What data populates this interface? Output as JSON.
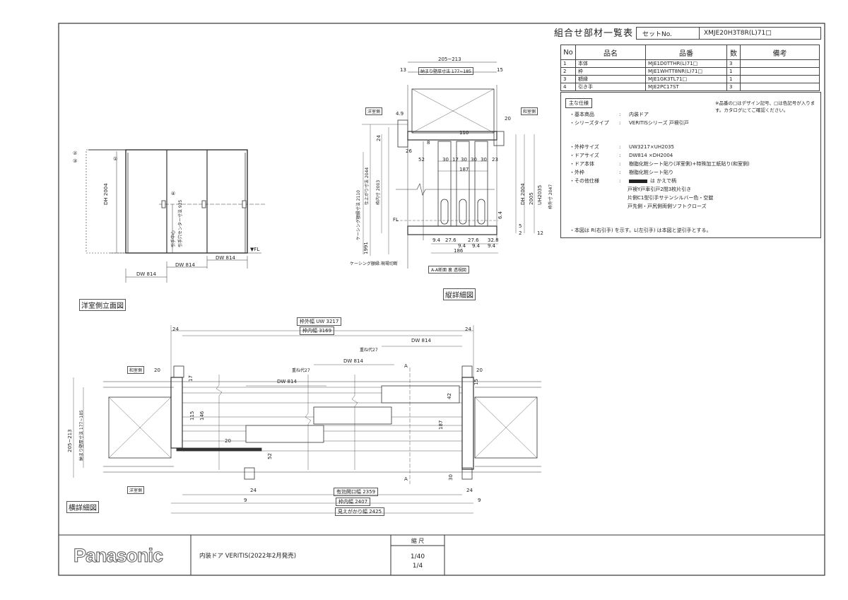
{
  "header": {
    "title": "組合せ部材一覧表",
    "set_label": "セットNo.",
    "set_no": "XMJE20H3T8R(L)71□"
  },
  "parts_table": {
    "headers": [
      "No",
      "品名",
      "品番",
      "数",
      "備考"
    ],
    "rows": [
      {
        "no": "1",
        "name": "本体",
        "code": "MJE1D0TTHR(L)71□",
        "qty": "3",
        "note": ""
      },
      {
        "no": "2",
        "name": "枠",
        "code": "MJE1WHTT8NR(L)71□",
        "qty": "1",
        "note": ""
      },
      {
        "no": "3",
        "name": "額縁",
        "code": "MJE1GK3TL71□",
        "qty": "1",
        "note": ""
      },
      {
        "no": "4",
        "name": "引き手",
        "code": "MJE2PC17ST",
        "qty": "3",
        "note": ""
      }
    ]
  },
  "spec": {
    "heading": "主な仕様",
    "note": "※品番の□はデザイン記号、□は色記号が入ります。カタログにてご確認ください。",
    "rows": [
      {
        "key": "・基本商品",
        "value": "内装ドア"
      },
      {
        "key": "・シリーズタイプ",
        "value": "VERITISシリーズ 戸襖引戸"
      },
      {
        "key": "・外枠サイズ",
        "value": "UW3217×UH2035"
      },
      {
        "key": "・ドアサイズ",
        "value": "DW814 ×DH2004"
      },
      {
        "key": "・ドア本体",
        "value": "樹脂化粧シート貼り(洋室側)+特殊加工紙貼り(和室側)"
      },
      {
        "key": "・外枠",
        "value": "樹脂化粧シート貼り"
      },
      {
        "key": "・その他仕様",
        "value": "は かえで柄"
      }
    ],
    "extra_lines": [
      "戸襖Y戸車引戸2間3枚片引き",
      "片側C1型引手サテンシルバー色・空錠",
      "戸先側・戸尻側両側ソフトクローズ"
    ],
    "remark": "・本図は R(右引手) を示す。L(左引手) は本図と逆引手とする。"
  },
  "elevation": {
    "title": "洋室側立面図",
    "labels": {
      "dh": "DH 2004",
      "dw1": "DW 814",
      "dw2": "DW 814",
      "dw3": "DW 814",
      "fl": "▼FL",
      "center": "引手穴センター寸法 925",
      "center2": "引手中心"
    },
    "markers": [
      "①",
      "②",
      "③",
      "④"
    ]
  },
  "section": {
    "title": "縦詳細図",
    "room_w": "洋室側",
    "room_j": "和室側",
    "dims": {
      "top": "205~213",
      "wall": "納まり壁厚寸法 177~185",
      "left13": "13",
      "right15": "15",
      "d110": "110",
      "d187": "187",
      "d186": "186",
      "d52": "52",
      "d30a": "30",
      "d17": "17",
      "d30b": "30",
      "d30c": "30",
      "d30d": "30",
      "d23": "23",
      "d20": "20",
      "d26": "26",
      "d8": "8",
      "dh2004": "DH 2004",
      "d2005": "2005",
      "uh": "UH2035",
      "frame": "枠外寸 2047",
      "casing": "ケーシング額縁寸法 2110",
      "fin": "仕上がり寸法 2044",
      "inner": "枠内寸 2003",
      "d1991": "1991",
      "d24": "24",
      "d49": "4.9",
      "d94a": "9.4",
      "d276a": "27.6",
      "d94b": "9.4",
      "d276b": "27.6",
      "d94c": "9.4",
      "d94d": "9.4",
      "d328": "32.8",
      "d64": "6.4",
      "d5": "5",
      "d2": "2",
      "d12": "12",
      "fl": "FL",
      "casing_note": "ケーシング額縁:現場切断",
      "aa": "A-A断面 裏 透視図"
    }
  },
  "plan": {
    "title": "横詳細図",
    "room_w": "洋室側",
    "room_j": "和室側",
    "dims": {
      "uw": "枠外幅 UW 3217",
      "inner": "枠内幅 3169",
      "d24a": "24",
      "d24b": "24",
      "dw1": "DW 814",
      "dw2": "DW 814",
      "dw3": "DW 814",
      "ov1": "重ね代27",
      "ov2": "重ね代27",
      "open": "有効開口幅 2359",
      "frame_in": "枠内幅 2407",
      "visible": "見えがかり幅 2425",
      "d24c": "24",
      "d24d": "24",
      "d9a": "9",
      "d9b": "9",
      "d20a": "20",
      "d20b": "20",
      "d20c": "20",
      "d17": "17",
      "d115": "115",
      "d146": "146",
      "d52": "52",
      "d42": "42",
      "d187": "187",
      "d30": "30",
      "d15": "15",
      "wall": "納まり壁厚寸法 177~185",
      "wall2": "205~213",
      "a1": "A",
      "a2": "A"
    }
  },
  "footer": {
    "brand": "Panasonic",
    "title": "内装ドア VERITIS(2022年2月発売)",
    "scale_label": "縮 尺",
    "scale1": "1/40",
    "scale2": "1/4"
  }
}
